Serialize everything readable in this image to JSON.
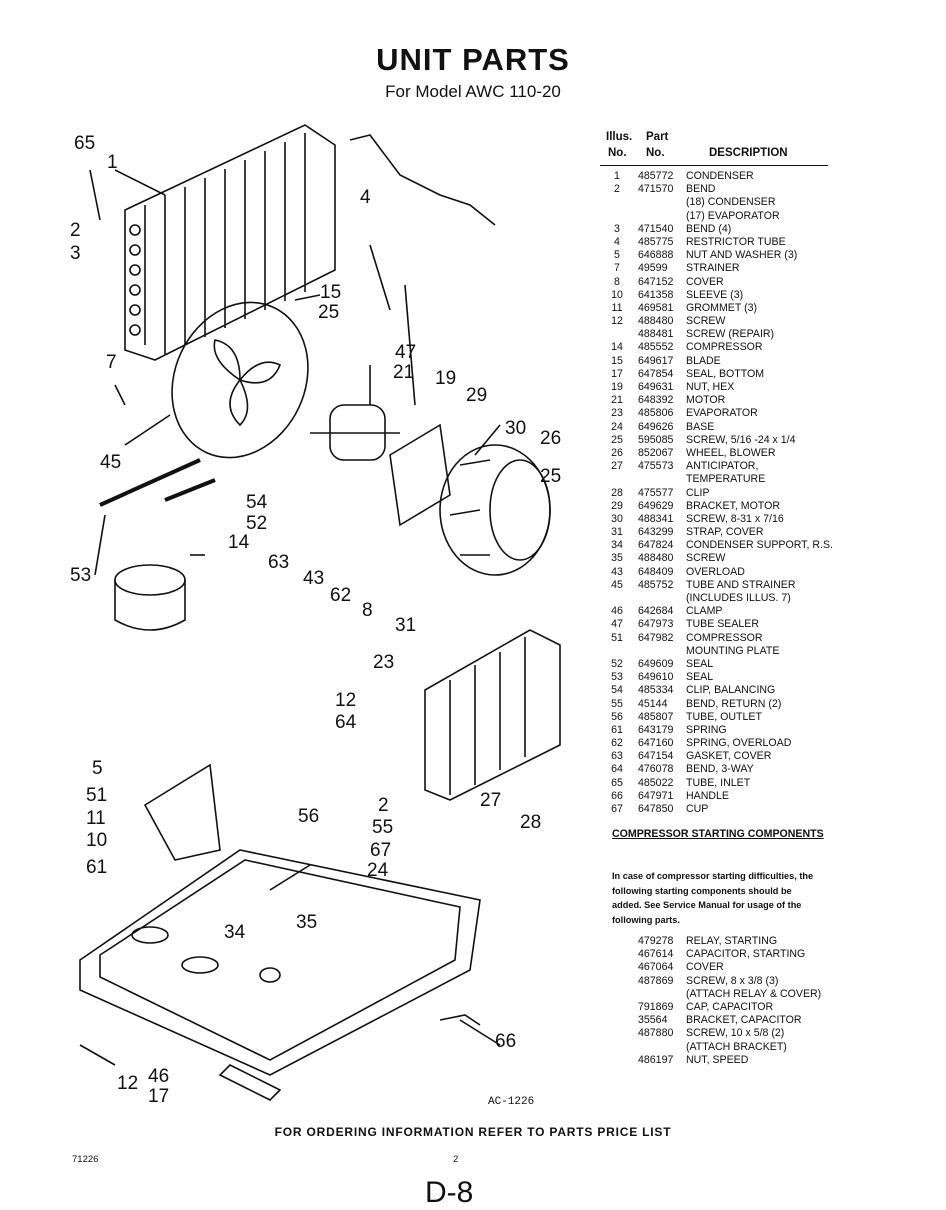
{
  "header": {
    "title": "UNIT PARTS",
    "subtitle": "For Model AWC 110-20"
  },
  "table_header": {
    "illus_1": "Illus.",
    "illus_2": "No.",
    "part_1": "Part",
    "part_2": "No.",
    "description": "DESCRIPTION"
  },
  "parts": [
    {
      "illus": "1",
      "part": "485772",
      "desc": "CONDENSER"
    },
    {
      "illus": "2",
      "part": "471570",
      "desc": "BEND"
    },
    {
      "illus": "",
      "part": "",
      "desc": "(18) CONDENSER"
    },
    {
      "illus": "",
      "part": "",
      "desc": "(17) EVAPORATOR"
    },
    {
      "illus": "3",
      "part": "471540",
      "desc": "BEND (4)"
    },
    {
      "illus": "4",
      "part": "485775",
      "desc": "RESTRICTOR TUBE"
    },
    {
      "illus": "5",
      "part": "646888",
      "desc": "NUT AND WASHER (3)"
    },
    {
      "illus": "7",
      "part": "49599",
      "desc": "STRAINER"
    },
    {
      "illus": "8",
      "part": "647152",
      "desc": "COVER"
    },
    {
      "illus": "10",
      "part": "641358",
      "desc": "SLEEVE (3)"
    },
    {
      "illus": "11",
      "part": "469581",
      "desc": "GROMMET (3)"
    },
    {
      "illus": "12",
      "part": "488480",
      "desc": "SCREW"
    },
    {
      "illus": "",
      "part": "488481",
      "desc": "SCREW (REPAIR)"
    },
    {
      "illus": "14",
      "part": "485552",
      "desc": "COMPRESSOR"
    },
    {
      "illus": "15",
      "part": "649617",
      "desc": "BLADE"
    },
    {
      "illus": "17",
      "part": "647854",
      "desc": "SEAL, BOTTOM"
    },
    {
      "illus": "19",
      "part": "649631",
      "desc": "NUT, HEX"
    },
    {
      "illus": "21",
      "part": "648392",
      "desc": "MOTOR"
    },
    {
      "illus": "23",
      "part": "485806",
      "desc": "EVAPORATOR"
    },
    {
      "illus": "24",
      "part": "649626",
      "desc": "BASE"
    },
    {
      "illus": "25",
      "part": "595085",
      "desc": "SCREW, 5/16 -24 x 1/4"
    },
    {
      "illus": "26",
      "part": "852067",
      "desc": "WHEEL, BLOWER"
    },
    {
      "illus": "27",
      "part": "475573",
      "desc": "ANTICIPATOR,"
    },
    {
      "illus": "",
      "part": "",
      "desc": "TEMPERATURE"
    },
    {
      "illus": "28",
      "part": "475577",
      "desc": "CLIP"
    },
    {
      "illus": "29",
      "part": "649629",
      "desc": "BRACKET, MOTOR"
    },
    {
      "illus": "30",
      "part": "488341",
      "desc": "SCREW, 8-31 x 7/16"
    },
    {
      "illus": "31",
      "part": "643299",
      "desc": "STRAP, COVER"
    },
    {
      "illus": "34",
      "part": "647824",
      "desc": "CONDENSER SUPPORT, R.S."
    },
    {
      "illus": "35",
      "part": "488480",
      "desc": "SCREW"
    },
    {
      "illus": "43",
      "part": "648409",
      "desc": "OVERLOAD"
    },
    {
      "illus": "45",
      "part": "485752",
      "desc": "TUBE AND STRAINER"
    },
    {
      "illus": "",
      "part": "",
      "desc": "(INCLUDES ILLUS. 7)"
    },
    {
      "illus": "46",
      "part": "642684",
      "desc": "CLAMP"
    },
    {
      "illus": "47",
      "part": "647973",
      "desc": "TUBE SEALER"
    },
    {
      "illus": "51",
      "part": "647982",
      "desc": "COMPRESSOR"
    },
    {
      "illus": "",
      "part": "",
      "desc": "MOUNTING PLATE"
    },
    {
      "illus": "52",
      "part": "649609",
      "desc": "SEAL"
    },
    {
      "illus": "53",
      "part": "649610",
      "desc": "SEAL"
    },
    {
      "illus": "54",
      "part": "485334",
      "desc": "CLIP, BALANCING"
    },
    {
      "illus": "55",
      "part": "45144",
      "desc": "BEND, RETURN (2)"
    },
    {
      "illus": "56",
      "part": "485807",
      "desc": "TUBE, OUTLET"
    },
    {
      "illus": "61",
      "part": "643179",
      "desc": "SPRING"
    },
    {
      "illus": "62",
      "part": "647160",
      "desc": "SPRING, OVERLOAD"
    },
    {
      "illus": "63",
      "part": "647154",
      "desc": "GASKET, COVER"
    },
    {
      "illus": "64",
      "part": "476078",
      "desc": "BEND, 3-WAY"
    },
    {
      "illus": "65",
      "part": "485022",
      "desc": "TUBE, INLET"
    },
    {
      "illus": "66",
      "part": "647971",
      "desc": "HANDLE"
    },
    {
      "illus": "67",
      "part": "647850",
      "desc": "CUP"
    }
  ],
  "compressor": {
    "title": "COMPRESSOR STARTING COMPONENTS",
    "note": "In case of compressor starting difficulties, the following starting components should be added. See Service Manual for usage of the following parts.",
    "items": [
      {
        "part": "479278",
        "desc": "RELAY, STARTING"
      },
      {
        "part": "467614",
        "desc": "CAPACITOR, STARTING"
      },
      {
        "part": "467064",
        "desc": "COVER"
      },
      {
        "part": "487869",
        "desc": "SCREW, 8 x 3/8 (3)"
      },
      {
        "part": "",
        "desc": "(ATTACH RELAY & COVER)"
      },
      {
        "part": "791869",
        "desc": "CAP, CAPACITOR"
      },
      {
        "part": "35564",
        "desc": "BRACKET, CAPACITOR"
      },
      {
        "part": "487880",
        "desc": "SCREW, 10 x 5/8 (2)"
      },
      {
        "part": "",
        "desc": "(ATTACH BRACKET)"
      },
      {
        "part": "486197",
        "desc": "NUT, SPEED"
      }
    ]
  },
  "callouts": [
    "65",
    "1",
    "2",
    "3",
    "7",
    "45",
    "53",
    "15",
    "25",
    "47",
    "21",
    "19",
    "29",
    "30",
    "26",
    "25",
    "54",
    "52",
    "14",
    "63",
    "43",
    "62",
    "8",
    "31",
    "23",
    "12",
    "64",
    "5",
    "51",
    "11",
    "10",
    "61",
    "56",
    "2",
    "55",
    "67",
    "27",
    "28",
    "24",
    "34",
    "35",
    "66",
    "12",
    "46",
    "17",
    "4"
  ],
  "diagram_label": "AC-1226",
  "footer": "FOR ORDERING INFORMATION REFER TO PARTS PRICE LIST",
  "doc_code": "71226",
  "page_number": "2",
  "page_code": "D-8"
}
